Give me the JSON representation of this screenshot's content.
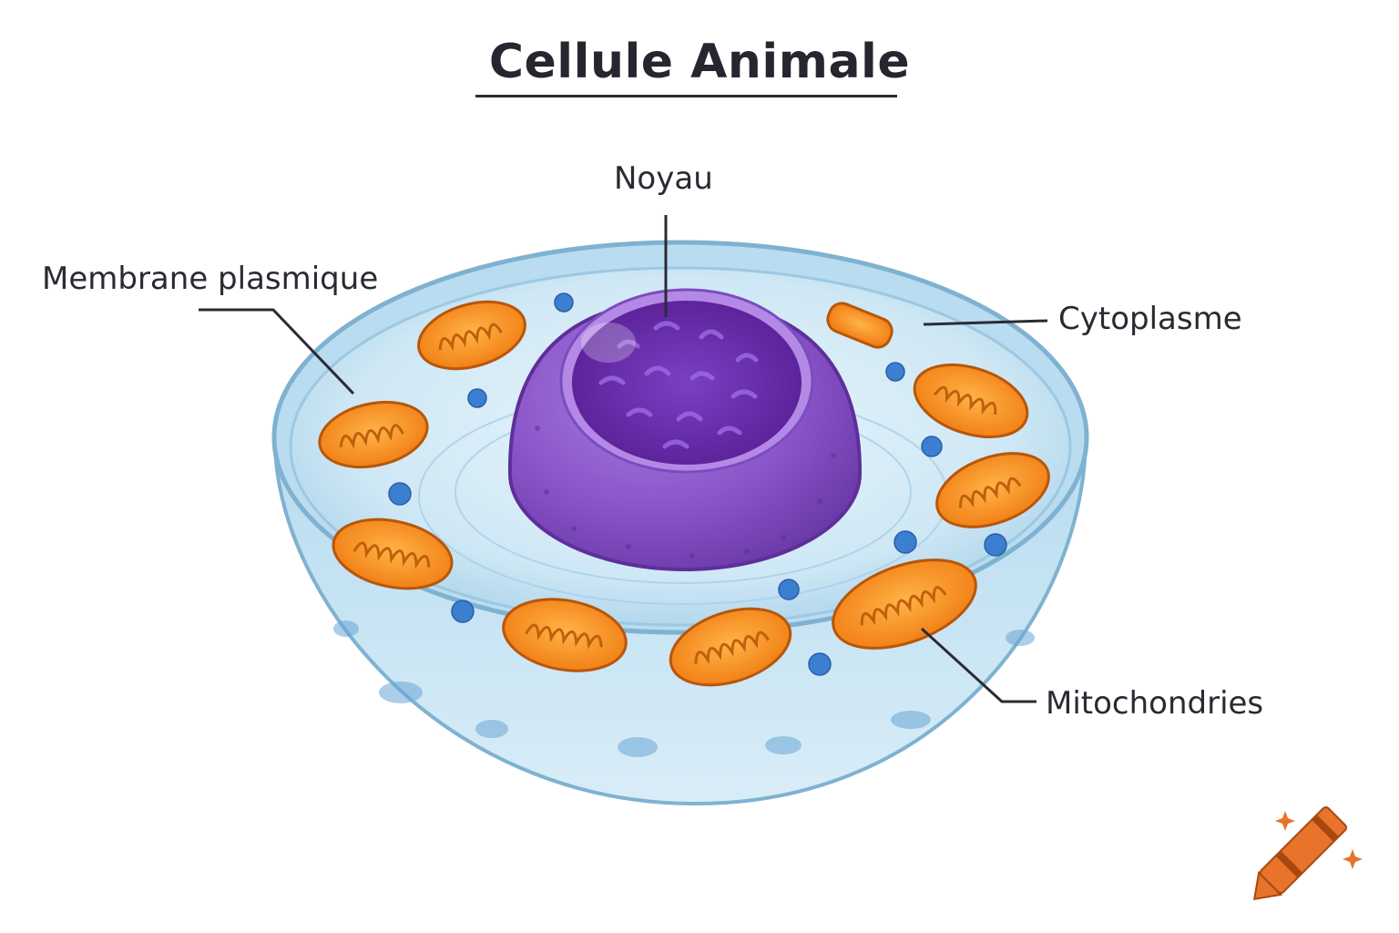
{
  "title": "Cellule Animale",
  "labels": {
    "nucleus": "Noyau",
    "membrane": "Membrane plasmique",
    "cytoplasm": "Cytoplasme",
    "mitochondria": "Mitochondries"
  },
  "colors": {
    "cytoplasm": "#cfe8f5",
    "membrane_edge": "#7fb2d0",
    "nucleus": "#8a55c9",
    "nucleus_inner": "#6a2fb0",
    "mitochondria": "#f28a1e",
    "vesicles": "#3c7fd0",
    "leader_lines": "#2b2b33"
  },
  "icons": [
    "crayon-logo-icon"
  ]
}
